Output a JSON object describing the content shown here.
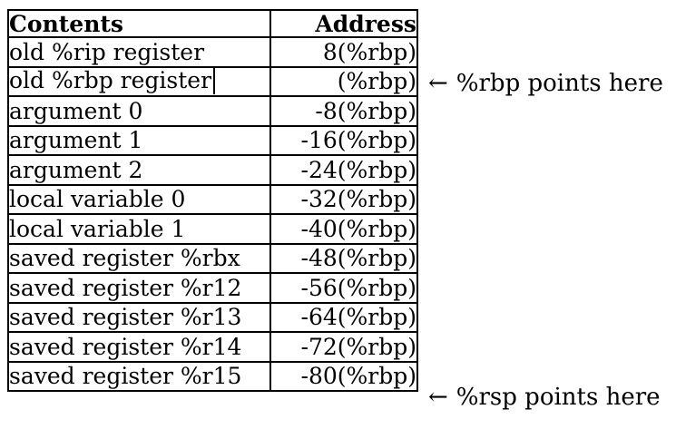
{
  "table": {
    "headers": [
      "Contents",
      "Address"
    ],
    "rows": [
      {
        "contents": "old %rip register",
        "address": "8(%rbp)"
      },
      {
        "contents": "old %rbp register",
        "address": "(%rbp)"
      },
      {
        "contents": "argument 0",
        "address": "-8(%rbp)"
      },
      {
        "contents": "argument 1",
        "address": "-16(%rbp)"
      },
      {
        "contents": "argument 2",
        "address": "-24(%rbp)"
      },
      {
        "contents": "local variable 0",
        "address": "-32(%rbp)"
      },
      {
        "contents": "local variable 1",
        "address": "-40(%rbp)"
      },
      {
        "contents": "saved register %rbx",
        "address": "-48(%rbp)"
      },
      {
        "contents": "saved register %r12",
        "address": "-56(%rbp)"
      },
      {
        "contents": "saved register %r13",
        "address": "-64(%rbp)"
      },
      {
        "contents": "saved register %r14",
        "address": "-72(%rbp)"
      },
      {
        "contents": "saved register %r15",
        "address": "-80(%rbp)"
      }
    ]
  },
  "annotations": [
    {
      "arrow": "←",
      "text": "%rbp points here"
    },
    {
      "arrow": "←",
      "text": "%rsp points here"
    }
  ],
  "colors": {
    "text": "#000000",
    "border": "#000000",
    "background": "#ffffff"
  }
}
